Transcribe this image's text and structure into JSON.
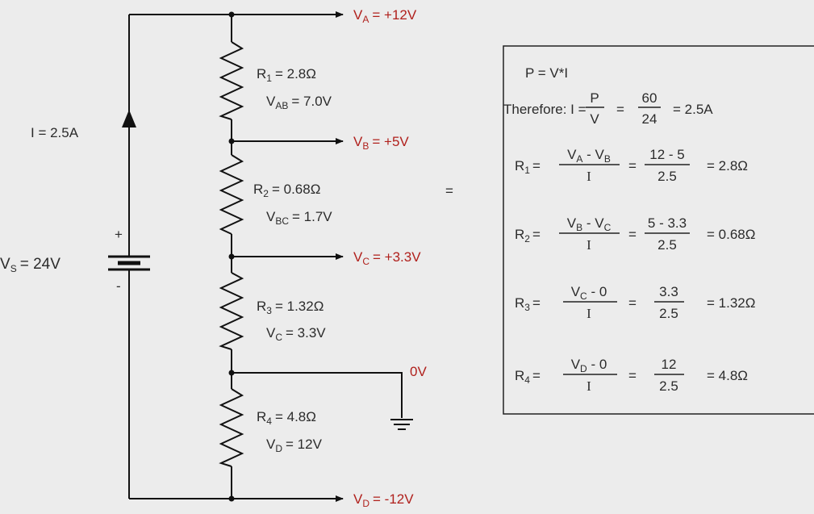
{
  "colors": {
    "background": "#ececec",
    "wire": "#111111",
    "text": "#2b2b2b",
    "voltage_label": "#b0201c"
  },
  "circuit": {
    "current_label": "I = 2.5A",
    "source": {
      "symbol": "V",
      "sub": "S",
      "value": "= 24V",
      "plus": "+",
      "minus": "-"
    },
    "ground_label": "0V",
    "outputs": [
      {
        "symbol": "V",
        "sub": "A",
        "value": "= +12V"
      },
      {
        "symbol": "V",
        "sub": "B",
        "value": "= +5V"
      },
      {
        "symbol": "V",
        "sub": "C",
        "value": "= +3.3V"
      },
      {
        "symbol": "V",
        "sub": "D",
        "value": "= -12V"
      }
    ],
    "resistors": [
      {
        "r_sub": "1",
        "r_value": "= 2.8Ω",
        "v_sub": "AB",
        "v_value": "= 7.0V"
      },
      {
        "r_sub": "2",
        "r_value": "= 0.68Ω",
        "v_sub": "BC",
        "v_value": "= 1.7V"
      },
      {
        "r_sub": "3",
        "r_value": "= 1.32Ω",
        "v_sub": "C",
        "v_value": "= 3.3V"
      },
      {
        "r_sub": "4",
        "r_value": "= 4.8Ω",
        "v_sub": "D",
        "v_value": "= 12V"
      }
    ],
    "equals_sign": "="
  },
  "equations": {
    "power": "P = V*I",
    "therefore": {
      "prefix": "Therefore: I =",
      "f1_num": "P",
      "f1_den": "V",
      "eq1": "=",
      "f2_num": "60",
      "f2_den": "24",
      "result": "= 2.5A"
    },
    "rows": [
      {
        "lhs": "R",
        "lhs_sub": "1",
        "eqs": "=",
        "num_a": "V",
        "num_a_sub": "A",
        "num_rest_1": " - V",
        "num_b_sub": "B",
        "num_rest_2": "",
        "den": "I",
        "eq2": "=",
        "f2_num": "12 - 5",
        "f2_den": "2.5",
        "result": "= 2.8Ω"
      },
      {
        "lhs": "R",
        "lhs_sub": "2",
        "eqs": "=",
        "num_a": "V",
        "num_a_sub": "B",
        "num_rest_1": " - V",
        "num_b_sub": "C",
        "num_rest_2": "",
        "den": "I",
        "eq2": "=",
        "f2_num": "5 - 3.3",
        "f2_den": "2.5",
        "result": "= 0.68Ω"
      },
      {
        "lhs": "R",
        "lhs_sub": "3",
        "eqs": "=",
        "num_a": "V",
        "num_a_sub": "C",
        "num_rest_1": " - 0",
        "num_b_sub": "",
        "num_rest_2": "",
        "den": "I",
        "eq2": "=",
        "f2_num": "3.3",
        "f2_den": "2.5",
        "result": "= 1.32Ω"
      },
      {
        "lhs": "R",
        "lhs_sub": "4",
        "eqs": "=",
        "num_a": "V",
        "num_a_sub": "D",
        "num_rest_1": " - 0",
        "num_b_sub": "",
        "num_rest_2": "",
        "den": "I",
        "eq2": "=",
        "f2_num": "12",
        "f2_den": "2.5",
        "result": "= 4.8Ω"
      }
    ]
  }
}
